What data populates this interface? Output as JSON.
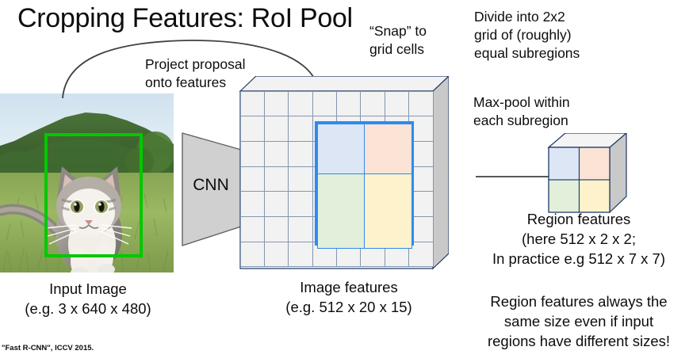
{
  "slide": {
    "title": "Cropping Features: RoI Pool",
    "citation": "\"Fast R-CNN\", ICCV 2015."
  },
  "annotations": {
    "project": "Project proposal\nonto features",
    "snap": "“Snap” to\ngrid cells",
    "divide": "Divide into 2x2\ngrid of (roughly)\nequal subregions",
    "maxpool": "Max-pool within\neach subregion"
  },
  "captions": {
    "input_image": "Input Image\n(e.g. 3 x 640 x 480)",
    "image_features": "Image features\n(e.g. 512 x 20 x 15)",
    "region_features": "Region features\n(here 512 x 2 x 2;\nIn practice e.g 512 x 7 x 7)",
    "region_note": "Region features always the\nsame size even if input\nregions have different sizes!"
  },
  "cnn": {
    "label": "CNN"
  },
  "figure": {
    "grid_columns": 8,
    "grid_rows": 7,
    "roi_quadrant_colors": {
      "top_left": "#dce6f5",
      "top_right": "#fbe3d6",
      "bottom_left": "#e2efda",
      "bottom_right": "#fdf2cc"
    },
    "roi_border_color": "#2e8bf0",
    "proposal_box_color": "#00c800",
    "grid_line_color": "#8496b0",
    "slab_face_color": "#f2f2f2",
    "slab_side_color": "#c9c9c9",
    "cnn_fill_color": "#d0d0d0",
    "arrow_color": "#404040"
  },
  "icons": {
    "curved_arrow": "curved-arrow-icon",
    "straight_arrow": "right-arrow-icon",
    "cat_photo": "cat-photograph"
  }
}
